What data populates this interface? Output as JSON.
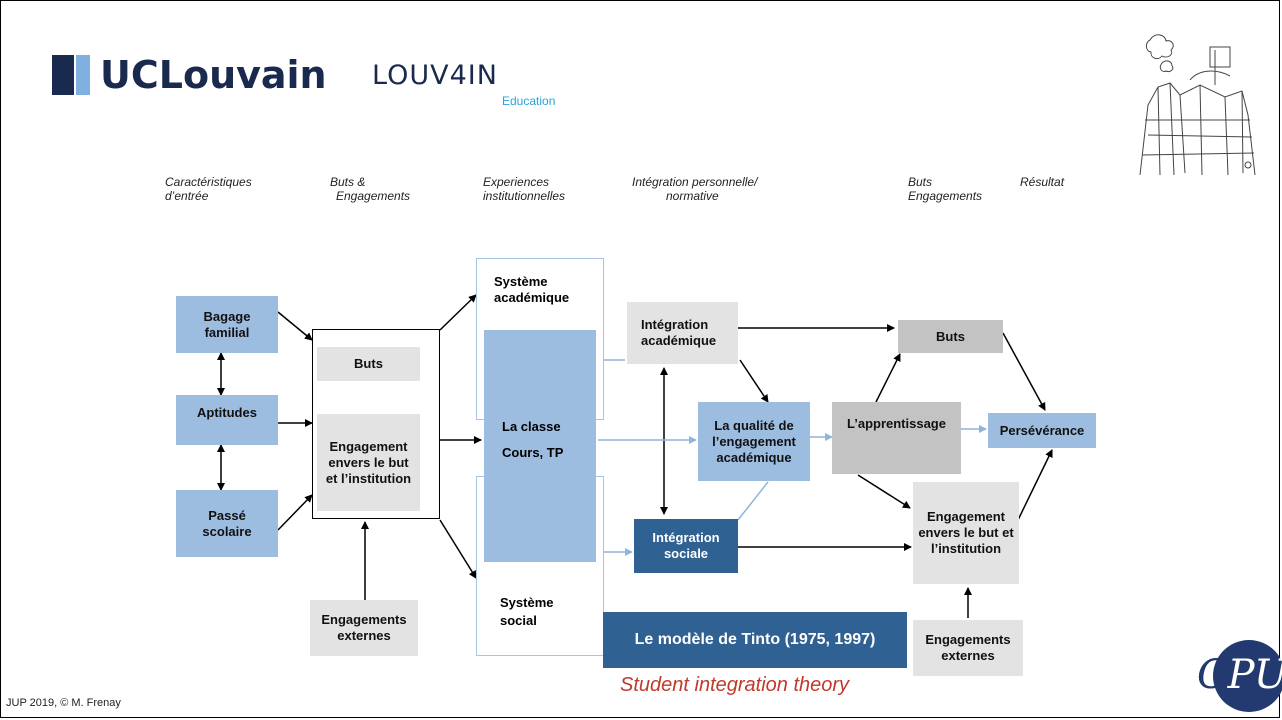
{
  "logos": {
    "uclouvain": "UCLouvain",
    "louvain": "LOUV4IN",
    "education": "Education",
    "cpu": "CPU"
  },
  "headers": {
    "col1": [
      "Caractéristiques",
      "d’entrée"
    ],
    "col2": [
      "Buts &",
      "Engagements"
    ],
    "col3": [
      "Experiences",
      "institutionnelles"
    ],
    "col4": [
      "Intégration personnelle/",
      "normative"
    ],
    "col5": [
      "Buts",
      "Engagements"
    ],
    "col6": "Résultat"
  },
  "boxes": {
    "bagage": "Bagage familial",
    "aptitudes": "Aptitudes",
    "passe": "Passé scolaire",
    "buts1": "Buts",
    "engagement1": "Engagement envers le but et l’institution",
    "engagements_ext1": "Engagements externes",
    "systeme_academique": "Système académique",
    "classe_line1": "La classe",
    "classe_line2": "Cours, TP",
    "systeme_social": "Système social",
    "integration_academique": "Intégration académique",
    "qualite": "La qualité de l’engagement académique",
    "integration_sociale": "Intégration sociale",
    "apprentissage": "L’apprentissage",
    "buts2": "Buts",
    "perseverance": "Persévérance",
    "engagement2": "Engagement envers le but et l’institution",
    "engagements_ext2": "Engagements externes"
  },
  "title_box": "Le modèle de Tinto (1975, 1997)",
  "subtitle": "Student integration theory",
  "footer": "JUP 2019, © M. Frenay",
  "colors": {
    "light_blue": "#9dbde0",
    "navy": "#2f6192",
    "grey": "#e3e3e3",
    "dark_grey": "#c3c3c3",
    "subtitle_red": "#c0392b"
  }
}
